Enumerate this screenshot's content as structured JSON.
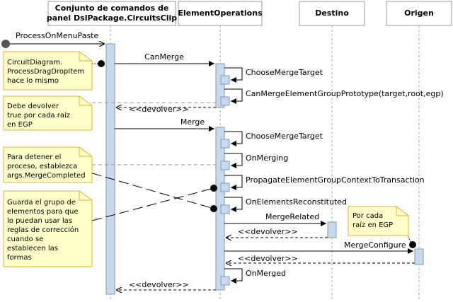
{
  "lifelines": [
    {
      "line1": "Conjunto de comandos de",
      "line2": "panel DslPackage.CircuitsClip"
    },
    {
      "line1": "ElementOperations",
      "line2": ""
    },
    {
      "line1": "Destino",
      "line2": ""
    },
    {
      "line1": "Origen",
      "line2": ""
    }
  ],
  "messages": {
    "process_on_menu_paste": "ProcessOnMenuPaste",
    "can_merge": "CanMerge",
    "choose_merge_target_1": "ChooseMergeTarget",
    "can_merge_prototype": "CanMergeElementGroupPrototype(target,root,egp)",
    "return_1": "<<devolver>>",
    "merge": "Merge",
    "choose_merge_target_2": "ChooseMergeTarget",
    "on_merging": "OnMerging",
    "propagate": "PropagateElementGroupContextToTransaction",
    "on_elements_reconstituted": "OnElementsReconstituted",
    "merge_related": "MergeRelated",
    "return_destino": "<<devolver>>",
    "merge_configure": "MergeConfigure",
    "return_origen": "<<devolver>>",
    "on_merged": "OnMerged",
    "return_final": "<<devolver>>"
  },
  "notes": {
    "process_drag_drop": [
      "CircuitDiagram.",
      "ProcessDragDropItem",
      "hace lo mismo"
    ],
    "return_true": [
      "Debe devolver",
      "true por cada raíz",
      "en EGP"
    ],
    "stop_process": [
      "Para detener el",
      "proceso, establezca",
      "args.MergeCompleted"
    ],
    "save_group": [
      "Guarda el grupo de",
      "elementos para que",
      "lo puedan usar las",
      "reglas de corrección",
      "cuando se",
      "establecen las",
      "formas"
    ],
    "per_root": [
      "Por cada",
      "raíz en EGP"
    ]
  },
  "colors": {
    "note_fill": "#ffffcc",
    "note_border": "#e0b030",
    "activation_fill": "#c8d9ec",
    "activation_stroke": "#7f99b7",
    "lifeline": "#a6a6a6"
  }
}
